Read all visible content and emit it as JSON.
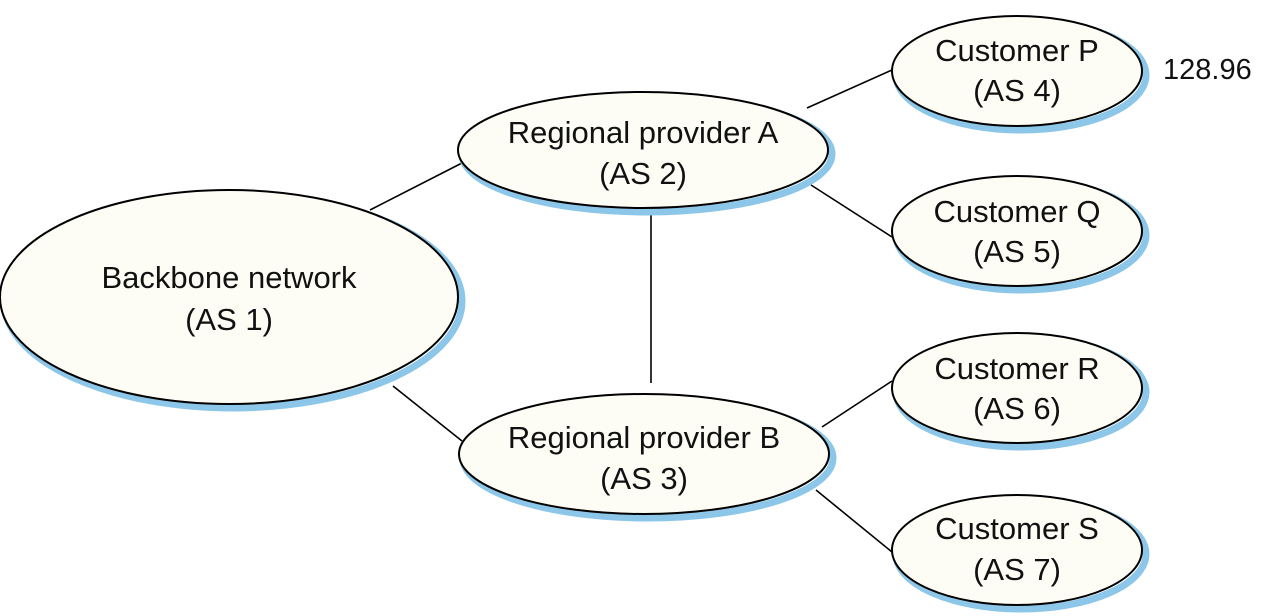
{
  "nodes": {
    "backbone": {
      "name": "Backbone network",
      "as": "(AS 1)"
    },
    "provider_a": {
      "name": "Regional provider A",
      "as": "(AS 2)"
    },
    "provider_b": {
      "name": "Regional provider B",
      "as": "(AS 3)"
    },
    "customer_p": {
      "name": "Customer P",
      "as": "(AS 4)"
    },
    "customer_q": {
      "name": "Customer Q",
      "as": "(AS 5)"
    },
    "customer_r": {
      "name": "Customer R",
      "as": "(AS 6)"
    },
    "customer_s": {
      "name": "Customer S",
      "as": "(AS 7)"
    }
  },
  "annotations": {
    "customer_p_prefix": "128.96"
  },
  "edges": [
    [
      "backbone",
      "provider_a"
    ],
    [
      "backbone",
      "provider_b"
    ],
    [
      "provider_a",
      "provider_b"
    ],
    [
      "provider_a",
      "customer_p"
    ],
    [
      "provider_a",
      "customer_q"
    ],
    [
      "provider_b",
      "customer_r"
    ],
    [
      "provider_b",
      "customer_s"
    ]
  ],
  "colors": {
    "node_fill": "#fdfdf6",
    "node_shadow": "#8cc6e8",
    "line": "#000000"
  }
}
